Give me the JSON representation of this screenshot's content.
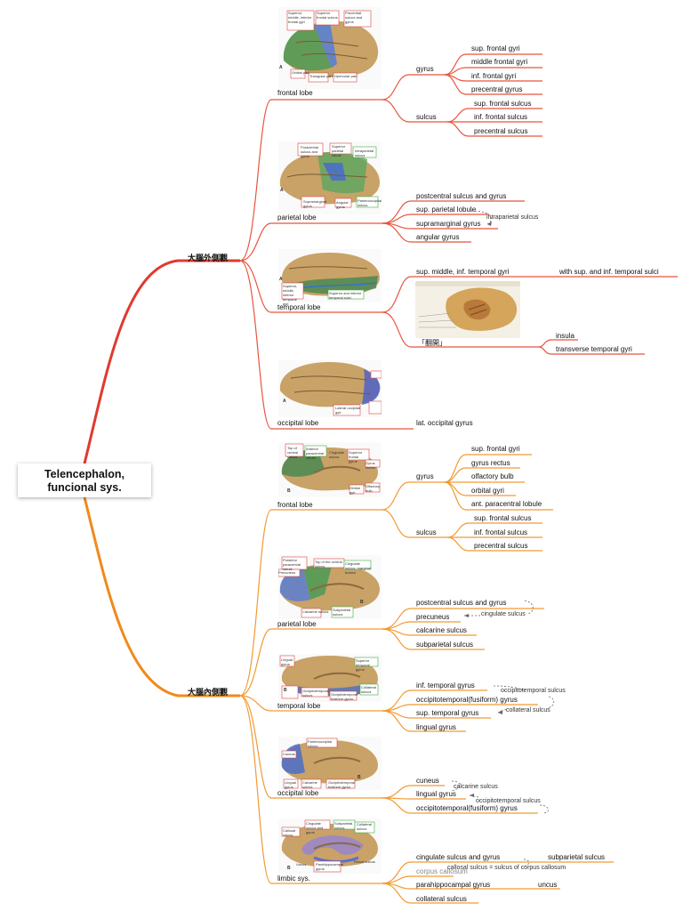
{
  "root": {
    "line1": "Telencephalon,",
    "line2": "funcional sys."
  },
  "branches": {
    "lateral": "大腦外側觀",
    "medial": "大腦內側觀"
  },
  "lateral": {
    "frontal_lobe": "frontal lobe",
    "gyrus": "gyrus",
    "gyri": [
      "sup. frontal gyri",
      "middle frontal gyri",
      "inf. frontal gyri",
      "precentral gyrus"
    ],
    "sulcus": "sulcus",
    "sulci": [
      "sup. frontal sulcus",
      "inf. frontal sulcus",
      "precentral sulcus"
    ],
    "parietal_lobe": "parietal lobe",
    "parietal_items": [
      "postcentral sulcus and gyrus",
      "sup. parietal lobule",
      "supramarginal gyrus",
      "angular gyrus"
    ],
    "intraparietal": "intraparietal sulcus",
    "temporal_lobe": "temporal lobe",
    "temporal_item": "sup. middle, inf. temporal gyri",
    "temporal_note": "with sup. and inf. temporal sulci",
    "flip_label": "「翻開」",
    "insula": "insula",
    "transverse": "transverse temporal gyri",
    "occipital_lobe": "occipital lobe",
    "occipital_item": "lat. occipital gyrus"
  },
  "lateral_figs": {
    "frontal_labels": [
      "Superior, middle, inferior frontal gyri",
      "Superior frontal sulcus",
      "Precentral sulcus and gyrus",
      "Orbital part",
      "Triangular part",
      "Opercular part",
      "A"
    ],
    "parietal_labels": [
      "Postcentral sulcus and gyrus",
      "Superior parietal lobule",
      "Intraparietal sulcus",
      "Supramarginal gyrus",
      "Angular gyrus",
      "Parietooccipital sulcus",
      "A"
    ],
    "temporal_labels": [
      "Superior, middle, inferior temporal gyri",
      "Superior and inferior temporal sulci",
      "A"
    ],
    "occipital_labels": [
      "Lateral occipital gyri",
      "A"
    ]
  },
  "medial": {
    "frontal_lobe": "frontal lobe",
    "gyrus": "gyrus",
    "gyri": [
      "sup. frontal gyri",
      "gyrus rectus",
      "olfactory bulb",
      "orbital gyri",
      "ant. paracentral lobule"
    ],
    "sulcus": "sulcus",
    "sulci": [
      "sup. frontal sulcus",
      "inf. frontal sulcus",
      "precentral sulcus"
    ],
    "parietal_lobe": "parietal lobe",
    "parietal_items": [
      "postcentral sulcus and gyrus",
      "precuneus",
      "calcarine sulcus",
      "subparietal sulcus"
    ],
    "cingulate_note": "cingulate sulcus",
    "temporal_lobe": "temporal lobe",
    "temporal_items": [
      "inf. temporal gyrus",
      "occipitotemporal(fusiform) gyrus",
      "sup. temporal gyrus",
      "lingual gyrus"
    ],
    "ot_sulcus": "occipitotemporal sulcus",
    "collateral_note": "collateral sulcus",
    "occipital_lobe": "occipital lobe",
    "occipital_items": [
      "cuneus",
      "lingual gyrus",
      "occipitotemporal(fusiform) gyrus"
    ],
    "calcarine_note": "calcarine sulcus",
    "ot_sulcus2": "occipitotemporal sulcus",
    "limbic": "limbic sys.",
    "limbic_items": [
      "cingulate sulcus and gyrus",
      "corpus callosum",
      "parahippocampal gyrus",
      "collateral sulcus"
    ],
    "subparietal": "subparietal sulcus",
    "callosal": "callosal sulcus = sulcus of corpus callosum",
    "uncus": "uncus"
  },
  "medial_figs": {
    "frontal_labels": [
      "Top of central sulcus",
      "Anterior paracentral lobule",
      "Cingulate sulcus",
      "Superior frontal gyrus",
      "Gyrus rectus",
      "Olfactory bulb",
      "Orbital gyri",
      "B"
    ],
    "parietal_labels": [
      "Posterior paracentral lobule",
      "Top of the central sulcus",
      "Cingulate sulcus, marginal branch",
      "Precuneus",
      "Calcarine sulcus",
      "Subparietal sulcus",
      "B"
    ],
    "temporal_labels": [
      "Lingual gyrus",
      "Superior temporal gyrus",
      "Collateral sulcus",
      "Occipitotemporal sulcus",
      "Occipitotemporal fusiform gyrus",
      "B"
    ],
    "occipital_labels": [
      "Parietooccipital sulcus",
      "Cuneus",
      "Calcarine sulcus",
      "Lingual gyrus",
      "Occipitotemporal fusiform gyrus",
      "B"
    ],
    "limbic_labels": [
      "Cingulate sulcus and gyrus",
      "Parahippocampal gyrus",
      "Callosal sulcus",
      "Subparietal sulcus",
      "Uncus",
      "Collateral sulcus",
      "Rhinal sulcus",
      "B"
    ]
  },
  "colors": {
    "lateral_branch": "#e03a2e",
    "medial_branch": "#f08a1c",
    "lateral_line": "#e8553f",
    "medial_line": "#f29a33"
  }
}
